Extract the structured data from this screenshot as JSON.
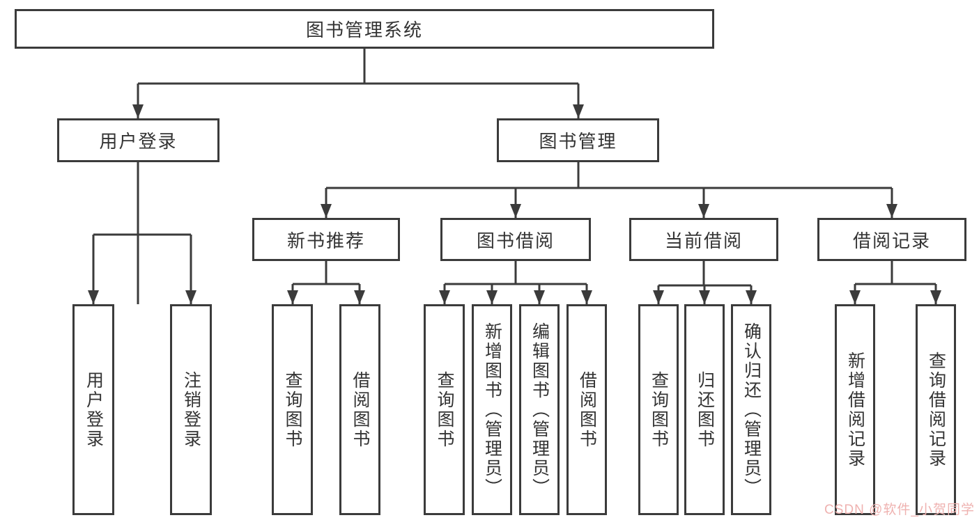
{
  "tree": {
    "root": "图书管理系统",
    "children": [
      {
        "label": "用户登录",
        "children": [
          {
            "label": "用户登录"
          },
          {
            "label": "注销登录"
          }
        ]
      },
      {
        "label": "图书管理",
        "children": [
          {
            "label": "新书推荐",
            "children": [
              {
                "label": "查询图书"
              },
              {
                "label": "借阅图书"
              }
            ]
          },
          {
            "label": "图书借阅",
            "children": [
              {
                "label": "查询图书"
              },
              {
                "label": "新增图书（管理员）"
              },
              {
                "label": "编辑图书（管理员）"
              },
              {
                "label": "借阅图书"
              }
            ]
          },
          {
            "label": "当前借阅",
            "children": [
              {
                "label": "查询图书"
              },
              {
                "label": "归还图书"
              },
              {
                "label": "确认归还（管理员）"
              }
            ]
          },
          {
            "label": "借阅记录",
            "children": [
              {
                "label": "新增借阅记录"
              },
              {
                "label": "查询借阅记录"
              }
            ]
          }
        ]
      }
    ]
  },
  "watermark": {
    "text": "CSDN @软件_小贺同学"
  },
  "colors": {
    "line": "#3b3b3b",
    "text": "#333333",
    "watermark": "#efb2b0",
    "background": "#ffffff"
  }
}
